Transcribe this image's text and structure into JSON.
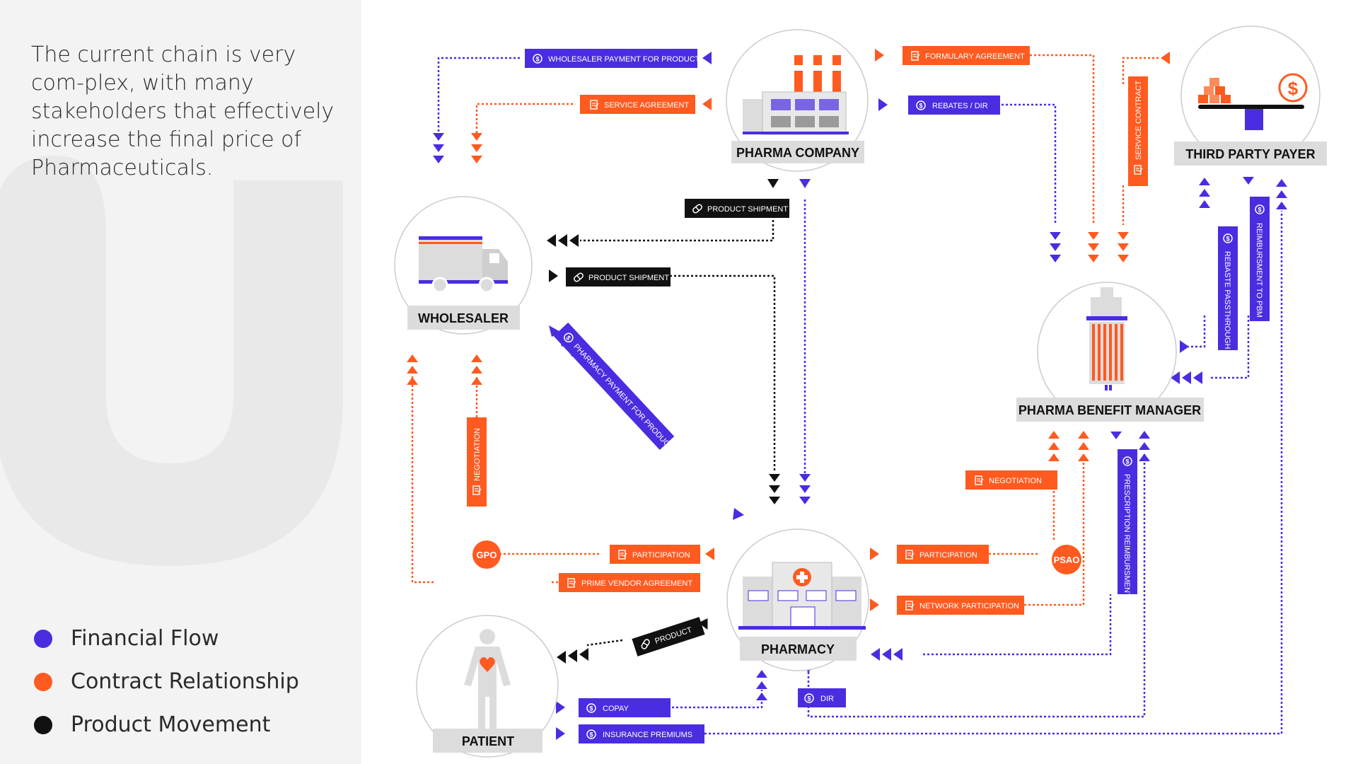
{
  "colors": {
    "financial": "#4a2de0",
    "contract": "#ff5a1f",
    "product": "#111111",
    "sidebar": "#f3f3f3",
    "node_label_bg": "#dcdcdc"
  },
  "sidebar": {
    "description": "The current chain is very com-plex, with many stakeholders that effectively increase the final price of Pharmaceuticals.",
    "legend": [
      {
        "label": "Financial Flow",
        "color": "#4a2de0"
      },
      {
        "label": "Contract Relationship",
        "color": "#ff5a1f"
      },
      {
        "label": "Product Movement",
        "color": "#111111"
      }
    ]
  },
  "nodes": {
    "pharma_company": {
      "name": "PHARMA COMPANY",
      "icon": "factory-icon"
    },
    "third_party_payer": {
      "name": "THIRD PARTY PAYER",
      "icon": "balance-scale-icon"
    },
    "wholesaler": {
      "name": "WHOLESALER",
      "icon": "truck-icon"
    },
    "pbm": {
      "name": "PHARMA BENEFIT MANAGER",
      "icon": "office-tower-icon"
    },
    "pharmacy": {
      "name": "PHARMACY",
      "icon": "hospital-icon"
    },
    "patient": {
      "name": "PATIENT",
      "icon": "person-heart-icon"
    }
  },
  "badges": {
    "gpo": "GPO",
    "psao": "PSAO"
  },
  "flows": {
    "wholesaler_payment": {
      "label": "WHOLESALER PAYMENT FOR PRODUCT",
      "kind": "financial",
      "icon": "dollar-icon"
    },
    "service_agreement": {
      "label": "SERVICE AGREEMENT",
      "kind": "contract",
      "icon": "document-icon"
    },
    "formulary_agreement": {
      "label": "FORMULARY AGREEMENT",
      "kind": "contract",
      "icon": "document-icon"
    },
    "rebates_dir": {
      "label": "REBATES / DIR",
      "kind": "financial",
      "icon": "dollar-icon"
    },
    "service_contract": {
      "label": "SERVICE CONTRACT",
      "kind": "contract",
      "icon": "document-icon"
    },
    "rebaste_passthrough": {
      "label": "REBASTE PASSTHROUGH",
      "kind": "financial",
      "icon": "dollar-icon"
    },
    "reimbursement_to_pbm": {
      "label": "REIMBURSMENT TO PBM",
      "kind": "financial",
      "icon": "dollar-icon"
    },
    "product_shipment_1": {
      "label": "PRODUCT SHIPMENT",
      "kind": "product",
      "icon": "pill-icon"
    },
    "product_shipment_2": {
      "label": "PRODUCT SHIPMENT",
      "kind": "product",
      "icon": "pill-icon"
    },
    "negotiation_gpo": {
      "label": "NEGOTIATION",
      "kind": "contract",
      "icon": "document-icon"
    },
    "pharmacy_payment": {
      "label": "PHARMACY PAYMENT FOR PRODUCT",
      "kind": "financial",
      "icon": "dollar-icon"
    },
    "negotiation_psao": {
      "label": "NEGOTIATION",
      "kind": "contract",
      "icon": "document-icon"
    },
    "prescription_reimbursement": {
      "label": "PRESCRIPTION REIMBURSMENT",
      "kind": "financial",
      "icon": "dollar-icon"
    },
    "participation_gpo": {
      "label": "PARTICIPATION",
      "kind": "contract",
      "icon": "document-icon"
    },
    "prime_vendor": {
      "label": "PRIME VENDOR AGREEMENT",
      "kind": "contract",
      "icon": "document-icon"
    },
    "participation_psao": {
      "label": "PARTICIPATION",
      "kind": "contract",
      "icon": "document-icon"
    },
    "network_participation": {
      "label": "NETWORK PARTICIPATION",
      "kind": "contract",
      "icon": "document-icon"
    },
    "product": {
      "label": "PRODUCT",
      "kind": "product",
      "icon": "pill-icon"
    },
    "dir": {
      "label": "DIR",
      "kind": "financial",
      "icon": "dollar-icon"
    },
    "copay": {
      "label": "COPAY",
      "kind": "financial",
      "icon": "dollar-icon"
    },
    "insurance_premiums": {
      "label": "INSURANCE PREMIUMS",
      "kind": "financial",
      "icon": "dollar-icon"
    }
  }
}
